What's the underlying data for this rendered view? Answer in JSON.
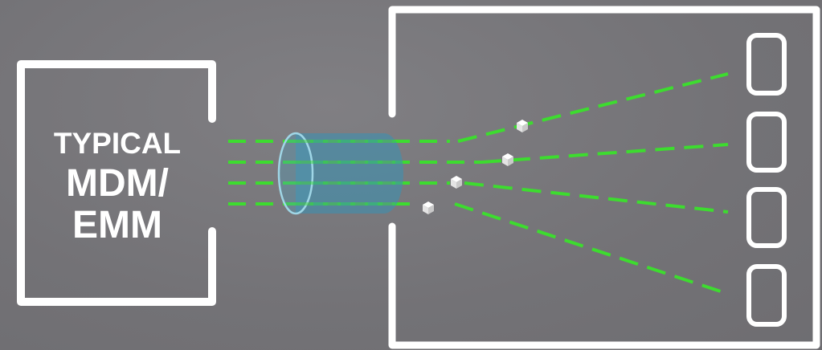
{
  "diagram": {
    "source_label": {
      "lines": [
        "TYPICAL",
        "MDM/",
        "EMM"
      ]
    },
    "colors": {
      "background": "#77767a",
      "outline": "#ffffff",
      "beam": "#3ddc2f",
      "tunnel": "#3f8fae",
      "package": "#ffffff"
    },
    "icons": {
      "tunnel": "cylinder-tunnel",
      "packages": "package-box-icon",
      "targets": "device-slot"
    },
    "target_count": 4
  }
}
